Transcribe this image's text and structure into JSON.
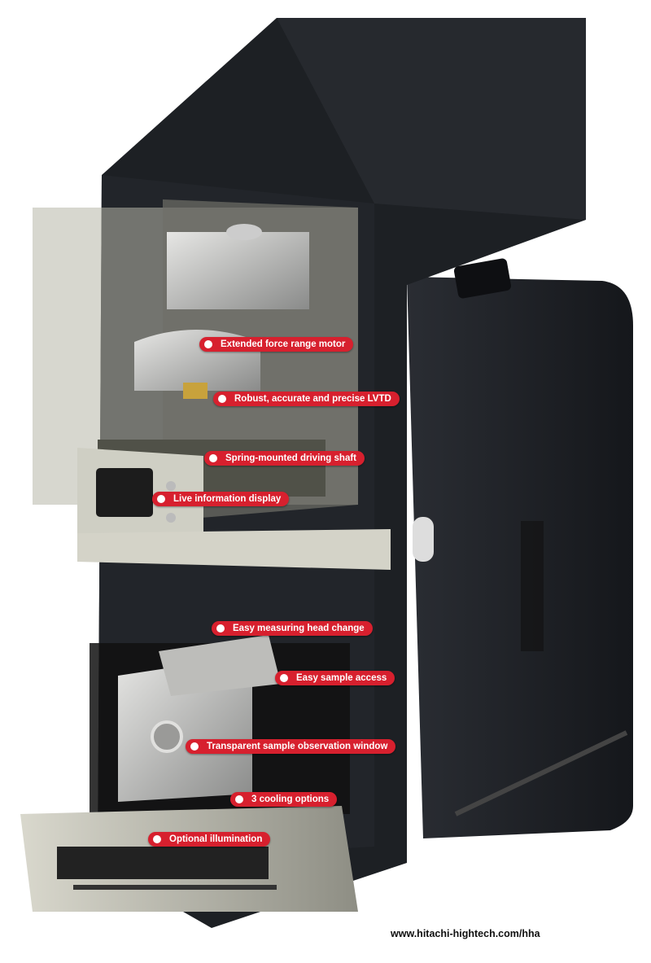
{
  "callouts": [
    {
      "label": "Extended force range motor"
    },
    {
      "label": "Robust, accurate and precise LVTD"
    },
    {
      "label": "Spring-mounted driving shaft"
    },
    {
      "label": "Live information display"
    },
    {
      "label": "Easy measuring head change"
    },
    {
      "label": "Easy sample access"
    },
    {
      "label": "Transparent sample observation window"
    },
    {
      "label": "3 cooling options"
    },
    {
      "label": "Optional illumination"
    }
  ],
  "footer": {
    "url": "www.hitachi-hightech.com/hha"
  },
  "colors": {
    "callout": "#d7202e",
    "cabinet": "#1c1e22"
  }
}
